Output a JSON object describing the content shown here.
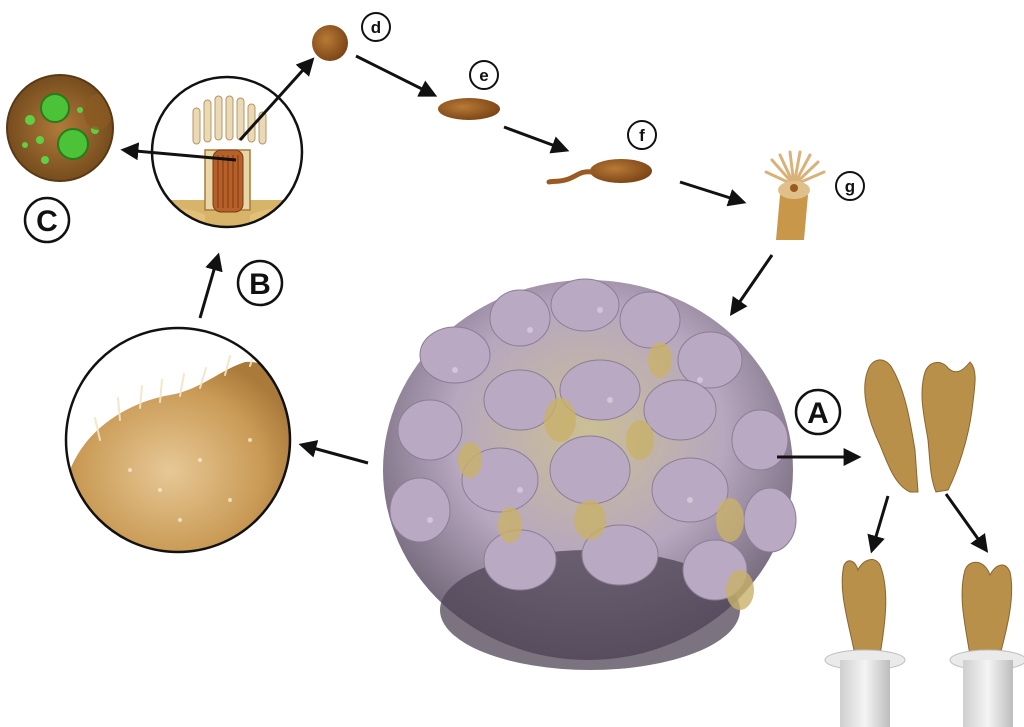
{
  "labels": {
    "a": "A",
    "b": "B",
    "c": "C",
    "d": "d",
    "e": "e",
    "f": "f",
    "g": "g"
  },
  "colors": {
    "coral_lilac": "#b9a9c2",
    "coral_yellow": "#c9b26a",
    "fragment": "#b8904a",
    "larva": "#9a5a22",
    "symbiont": "#4cc238",
    "plug": "#d8d8d8"
  },
  "icons": [
    "coral-colony",
    "polyp-closeup",
    "polyp-cross-section",
    "zooxanthellae-cells",
    "larva",
    "fragment",
    "plug"
  ]
}
